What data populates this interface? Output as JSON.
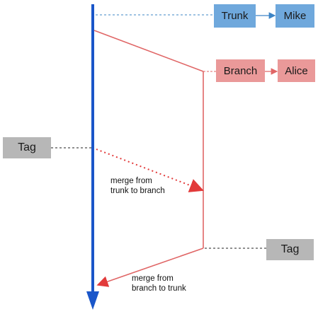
{
  "diagram": {
    "nodes": {
      "trunk": "Trunk",
      "mike": "Mike",
      "branch": "Branch",
      "alice": "Alice",
      "tag_left": "Tag",
      "tag_right": "Tag"
    },
    "annotations": {
      "merge_trunk_to_branch": "merge from\ntrunk to branch",
      "merge_branch_to_trunk": "merge from\nbranch to trunk"
    },
    "colors": {
      "trunk_line": "#1a56c9",
      "branch_line": "#e06666",
      "merge_arrow": "#e06666",
      "trunk_box": "#6fa8dc",
      "branch_box": "#ea9999",
      "tag_box": "#b7b7b7"
    }
  }
}
